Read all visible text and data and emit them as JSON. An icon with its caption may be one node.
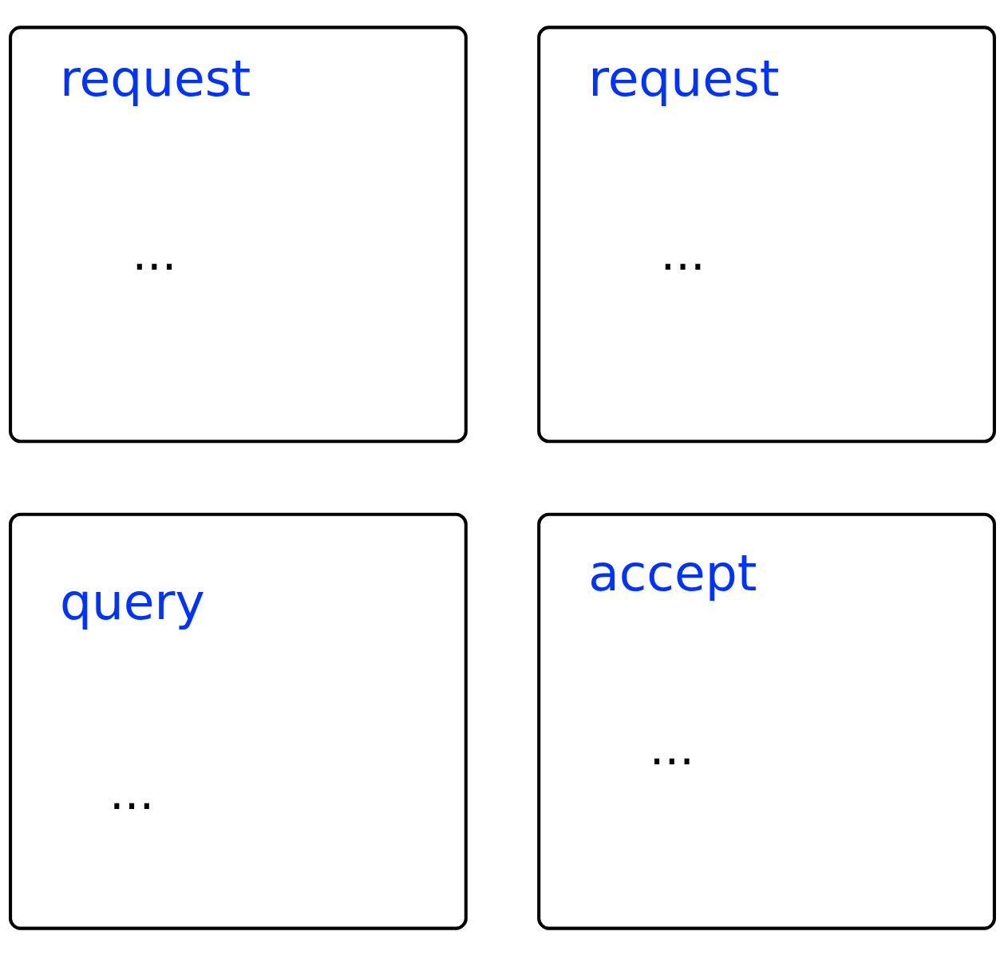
{
  "diagram": {
    "nodes": [
      {
        "text": [
          "request",
          "..."
        ]
      },
      {
        "text": [
          "request",
          "..."
        ]
      },
      {
        "text": [
          "query",
          "..."
        ]
      },
      {
        "text": [
          "accept",
          "..."
        ]
      }
    ]
  }
}
